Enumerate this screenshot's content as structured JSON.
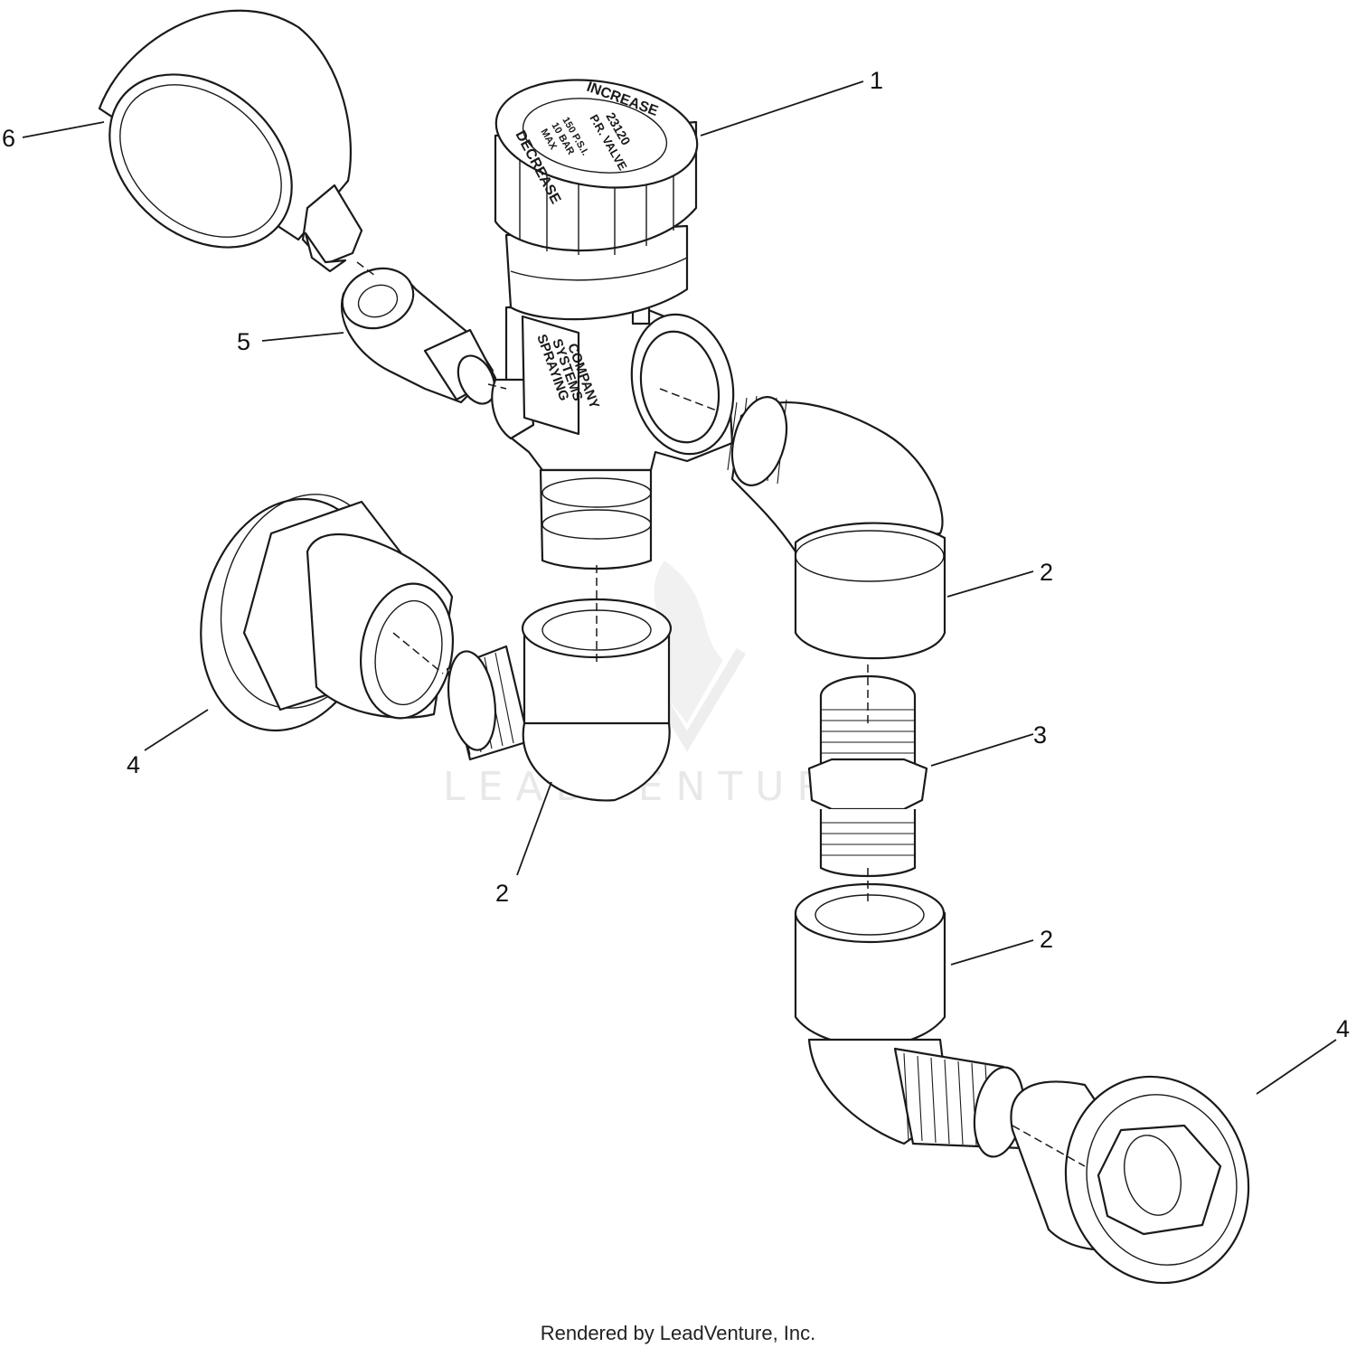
{
  "callouts": {
    "c1": "1",
    "c2a": "2",
    "c2b": "2",
    "c2c": "2",
    "c3": "3",
    "c4a": "4",
    "c4b": "4",
    "c5": "5",
    "c6": "6"
  },
  "valve_markings": {
    "increase": "INCREASE",
    "decrease": "DECREASE",
    "model": "23120",
    "name": "P.R. VALVE",
    "spec1": "150 P.S.I.",
    "spec2": "10 BAR",
    "spec3": "MAX",
    "maker1": "SPRAYING",
    "maker2": "SYSTEMS",
    "maker3": "COMPANY"
  },
  "watermark": {
    "text": "LEADVENTURE"
  },
  "footer": {
    "text": "Rendered by LeadVenture, Inc."
  }
}
